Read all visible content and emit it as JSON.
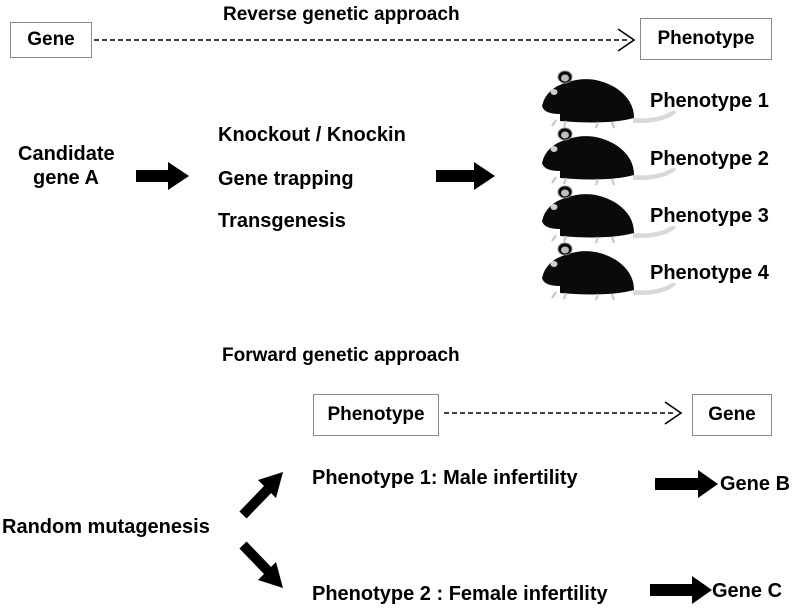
{
  "reverse": {
    "title": "Reverse genetic approach",
    "box_left": "Gene",
    "box_right": "Phenotype",
    "candidate_line1": "Candidate",
    "candidate_line2": "gene A",
    "methods": [
      "Knockout / Knockin",
      "Gene trapping",
      "Transgenesis"
    ],
    "phenotypes": [
      "Phenotype 1",
      "Phenotype 2",
      "Phenotype 3",
      "Phenotype 4"
    ],
    "mouse_icon": "mouse-icon"
  },
  "forward": {
    "title": "Forward genetic approach",
    "box_left": "Phenotype",
    "box_right": "Gene",
    "source": "Random mutagenesis",
    "outcome1": "Phenotype 1: Male infertility",
    "outcome2": "Phenotype 2 : Female infertility",
    "gene1": "Gene B",
    "gene2": "Gene C"
  }
}
